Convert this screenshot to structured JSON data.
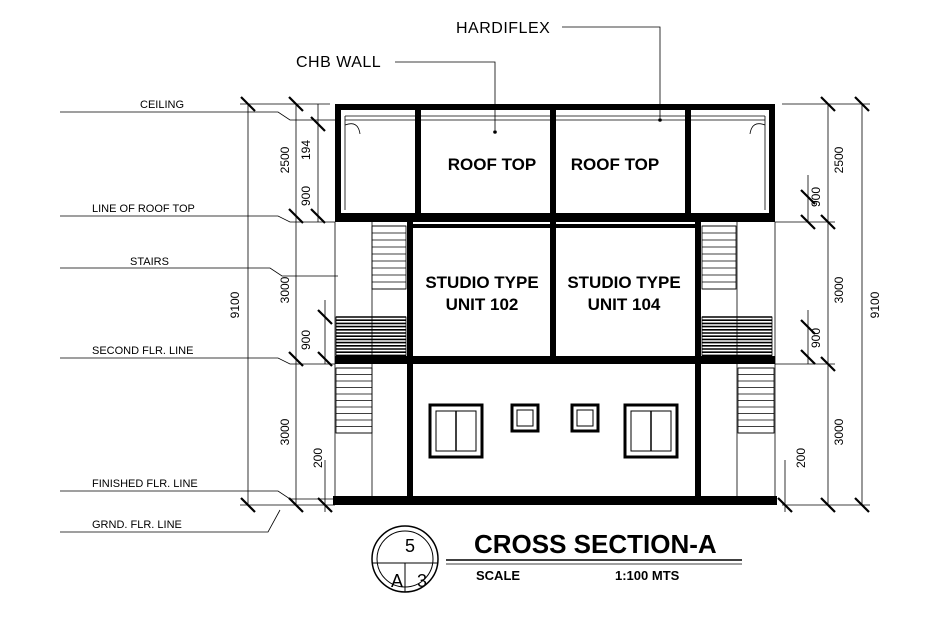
{
  "callouts": {
    "hardiflex": "HARDIFLEX",
    "chb_wall": "CHB WALL"
  },
  "levels": {
    "ceiling": "CEILING",
    "roof_top_line": "LINE OF ROOF TOP",
    "stairs": "STAIRS",
    "second_floor": "SECOND FLR. LINE",
    "finished_floor": "FINISHED FLR. LINE",
    "ground_floor": "GRND. FLR. LINE"
  },
  "rooms": {
    "roof_left": "ROOF TOP",
    "roof_right": "ROOF TOP",
    "unit_left_line1": "STUDIO TYPE",
    "unit_left_line2": "UNIT 102",
    "unit_right_line1": "STUDIO TYPE",
    "unit_right_line2": "UNIT 104"
  },
  "dimensions": {
    "left_total": "9100",
    "right_total": "9100",
    "left_2500": "2500",
    "left_194": "194",
    "left_900_top": "900",
    "left_3000_mid": "3000",
    "left_900_mid": "900",
    "left_3000_low": "3000",
    "left_200": "200",
    "right_2500": "2500",
    "right_900_top": "900",
    "right_3000_mid": "3000",
    "right_900_mid": "900",
    "right_3000_low": "3000",
    "right_200": "200"
  },
  "title_block": {
    "detail_number": "5",
    "sheet_letter": "A",
    "sheet_number": "3",
    "title": "CROSS SECTION-A",
    "scale_label": "SCALE",
    "scale_value": "1:100 MTS"
  }
}
